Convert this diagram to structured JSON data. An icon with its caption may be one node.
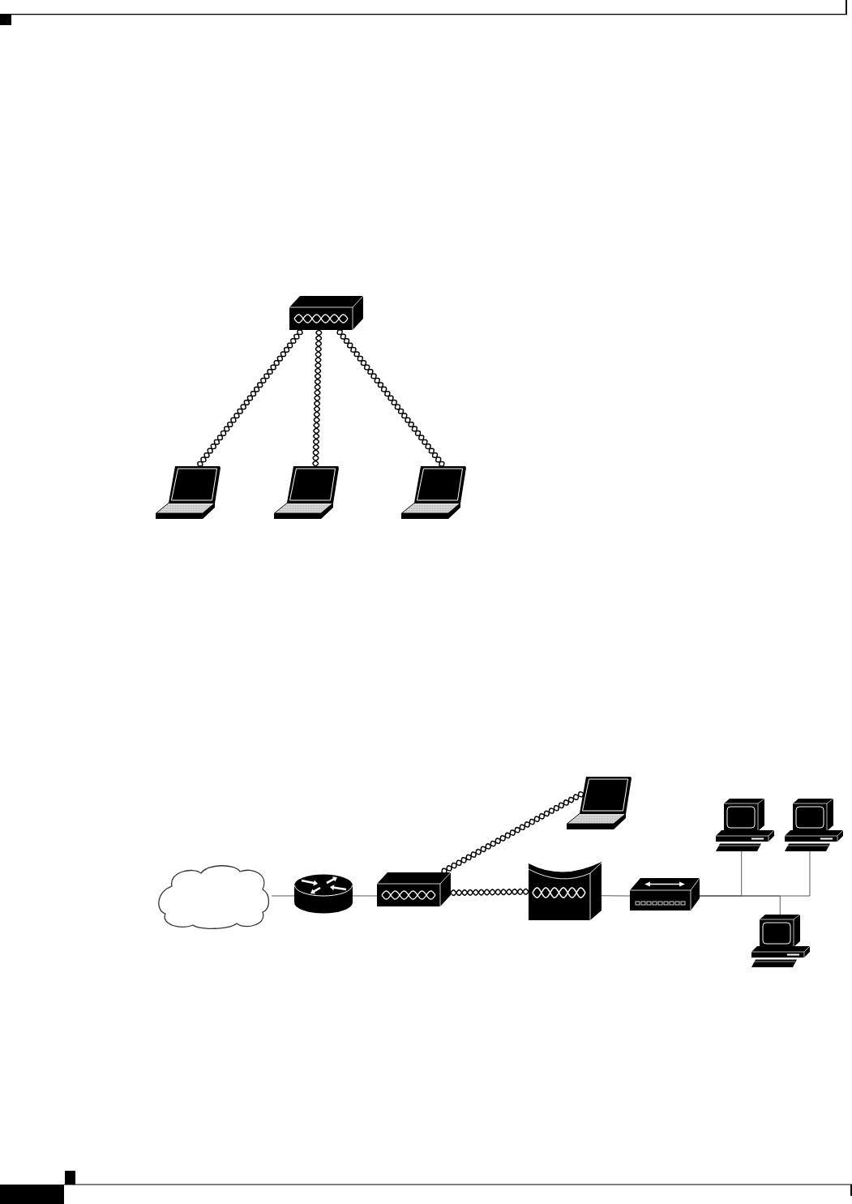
{
  "diagram": {
    "nodes": [
      {
        "text": [],
        "shape": "box"
      },
      {
        "text": [],
        "shape": "picture"
      },
      {
        "text": [],
        "shape": "picture"
      },
      {
        "text": [],
        "shape": "picture"
      },
      {
        "text": [],
        "shape": "cloud"
      },
      {
        "text": [],
        "shape": "cylinder"
      },
      {
        "text": [],
        "shape": "box"
      },
      {
        "text": [],
        "shape": "picture"
      },
      {
        "text": [],
        "shape": "box"
      },
      {
        "text": [],
        "shape": "box"
      },
      {
        "text": [],
        "shape": "picture"
      },
      {
        "text": [],
        "shape": "picture"
      },
      {
        "text": [],
        "shape": "picture"
      }
    ],
    "edges": [
      {
        "from": 0,
        "to": 1,
        "arrow": "none",
        "color": "#000000"
      },
      {
        "from": 0,
        "to": 2,
        "arrow": "none",
        "color": "#000000"
      },
      {
        "from": 0,
        "to": 3,
        "arrow": "none",
        "color": "#000000"
      },
      {
        "from": 4,
        "to": 5,
        "arrow": "none"
      },
      {
        "from": 5,
        "to": 6,
        "arrow": "none"
      },
      {
        "from": 6,
        "to": 7,
        "arrow": "none",
        "color": "#000000"
      },
      {
        "from": 6,
        "to": 8,
        "arrow": "none",
        "color": "#000000"
      },
      {
        "from": 8,
        "to": 9,
        "arrow": "none"
      },
      {
        "from": 9,
        "to": 10,
        "arrow": "none"
      },
      {
        "from": 9,
        "to": 11,
        "arrow": "none"
      },
      {
        "from": 9,
        "to": 12,
        "arrow": "none"
      }
    ]
  }
}
